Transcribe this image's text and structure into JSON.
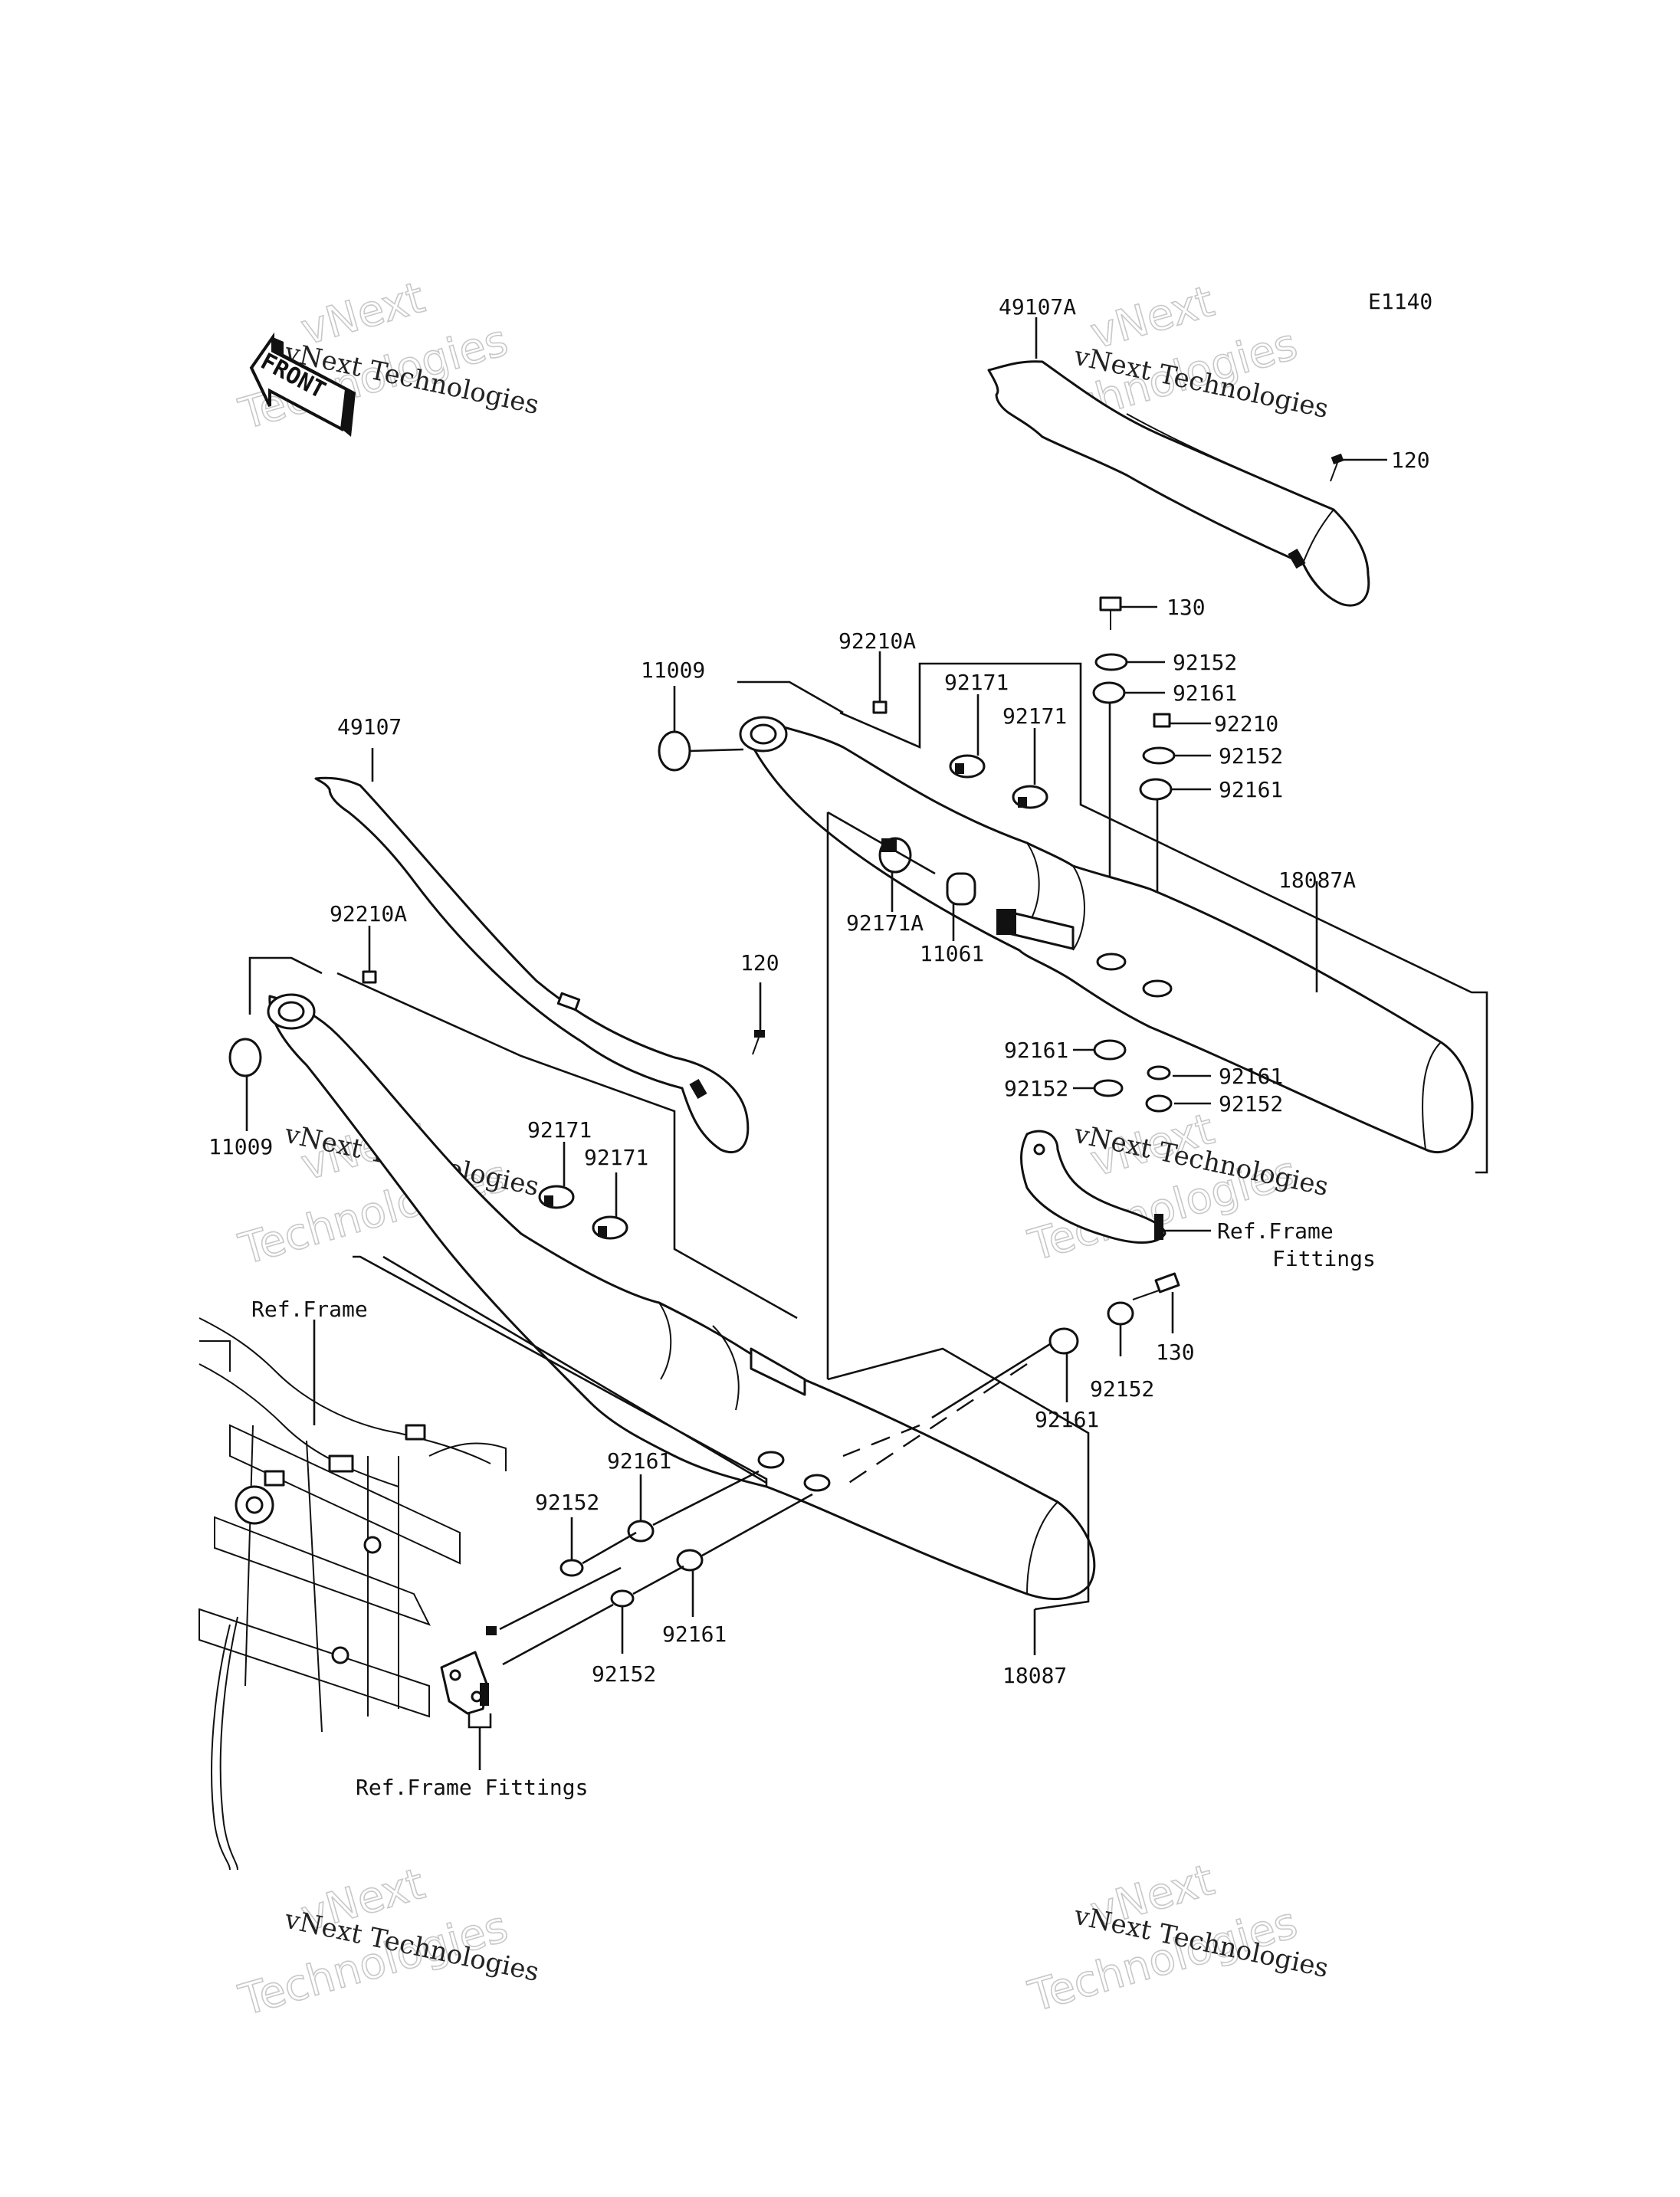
{
  "diagram": {
    "code": "E1140",
    "front_label": "FRONT",
    "watermark": {
      "line1": "vNext",
      "line2": "Technologies",
      "caption": "vNext Technologies"
    },
    "labels": {
      "p49107A": "49107A",
      "p120_top": "120",
      "p130_top": "130",
      "p92152_a": "92152",
      "p92161_a": "92161",
      "p92210": "92210",
      "p92152_b": "92152",
      "p92161_b": "92161",
      "p92210A_top": "92210A",
      "p11009_top": "11009",
      "p92171_a": "92171",
      "p92171_b": "92171",
      "p18087A": "18087A",
      "p92171A": "92171A",
      "p11061": "11061",
      "p92161_c": "92161",
      "p92152_c": "92152",
      "p92161_d": "92161",
      "p92152_d": "92152",
      "ref_frame_fittings_r1": "Ref.Frame",
      "ref_frame_fittings_r2": "Fittings",
      "p49107": "49107",
      "p92210A_bot": "92210A",
      "p120_bot": "120",
      "p11009_bot": "11009",
      "p92171_c": "92171",
      "p92171_d": "92171",
      "ref_frame": "Ref.Frame",
      "p130_bot": "130",
      "p92152_e": "92152",
      "p92161_e": "92161",
      "p92161_f": "92161",
      "p92152_f": "92152",
      "p92161_g": "92161",
      "p92152_g": "92152",
      "p18087": "18087",
      "ref_frame_fittings_bot": "Ref.Frame Fittings"
    }
  }
}
